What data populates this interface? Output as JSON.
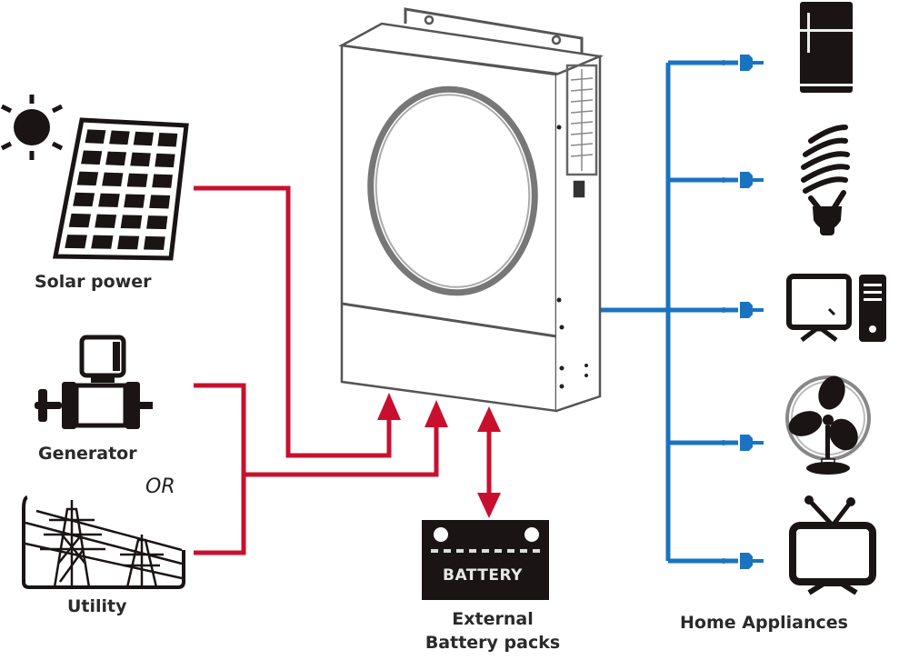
{
  "diagram": {
    "title": "Off-grid solar inverter system connection diagram",
    "colors": {
      "input_wire": "#c8102e",
      "output_wire": "#1a73c0",
      "icon": "#1a1414",
      "inverter_outline": "#555555"
    },
    "sources": [
      {
        "id": "solar",
        "label": "Solar power",
        "icon": "solar-panel-icon"
      },
      {
        "id": "generator",
        "label": "Generator",
        "icon": "generator-icon"
      },
      {
        "id": "utility",
        "label": "Utility",
        "icon": "power-tower-icon"
      }
    ],
    "or_label": "OR",
    "center": {
      "id": "inverter",
      "icon": "inverter-icon"
    },
    "battery": {
      "badge": "BATTERY",
      "label_line1": "External",
      "label_line2": "Battery packs"
    },
    "appliances": {
      "label": "Home Appliances",
      "items": [
        {
          "id": "fridge",
          "icon": "refrigerator-icon"
        },
        {
          "id": "bulb",
          "icon": "light-bulb-icon"
        },
        {
          "id": "computer",
          "icon": "computer-icon"
        },
        {
          "id": "fan",
          "icon": "fan-icon"
        },
        {
          "id": "tv",
          "icon": "television-icon"
        }
      ]
    },
    "connections": [
      {
        "from": "solar",
        "to": "inverter",
        "direction": "one-way"
      },
      {
        "from": "generator",
        "to": "inverter",
        "direction": "one-way"
      },
      {
        "from": "utility",
        "to": "inverter",
        "direction": "one-way"
      },
      {
        "from": "inverter",
        "to": "battery",
        "direction": "two-way"
      },
      {
        "from": "inverter",
        "to": "appliances",
        "direction": "one-way"
      }
    ]
  }
}
